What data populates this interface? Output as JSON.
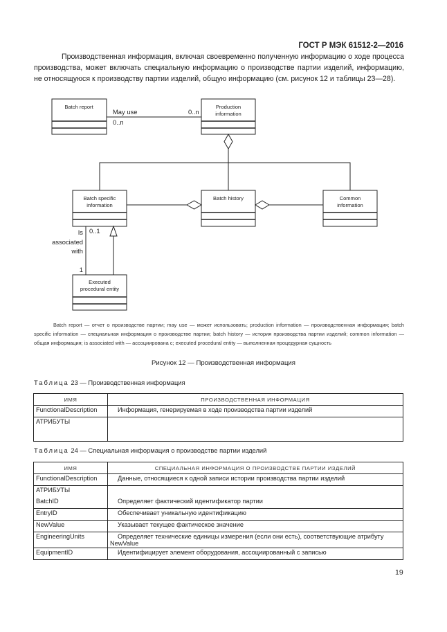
{
  "header": {
    "standard": "ГОСТ Р МЭК 61512-2—2016"
  },
  "intro": "Производственная информация, включая своевременно полученную информацию о ходе процесса производства, может включать специальную информацию о производстве партии изделий, информацию, не относящуюся к производству партии изделий, общую информацию (см. рисунок 12 и таблицы 23—28).",
  "diagram": {
    "classes": {
      "batch_report": [
        "Batch report"
      ],
      "production_information": [
        "Production",
        "information"
      ],
      "batch_specific": [
        "Batch specific",
        "information"
      ],
      "batch_history": [
        "Batch history"
      ],
      "common_information": [
        "Common",
        "information"
      ],
      "executed_entity": [
        "Executed",
        "procedural entity"
      ]
    },
    "labels": {
      "may_use": "May use",
      "mult_prod": "0..n",
      "mult_report": "0..n",
      "is": "Is",
      "associated": "associated",
      "with": "with",
      "mult_one": "1",
      "mult_zero_one": "0..1"
    }
  },
  "legend": "Batch report — отчет о производстве партии; may use — может использовать; production information — производственная информация; batch specific information — специальная информация о производстве партии; batch history — история производства партии изделий; common information — общая информация; is associated with — ассоциирована с; executed procedural entity — выполненная процедурная сущность",
  "figure_caption": "Рисунок 12 — Производственная информация",
  "table23": {
    "title_prefix": "Таблица",
    "title": "23 — Производственная информация",
    "headers": [
      "ИМЯ",
      "ПРОИЗВОДСТВЕННАЯ ИНФОРМАЦИЯ"
    ],
    "rows": [
      [
        "FunctionalDescription",
        "Информация, генерируемая в ходе производства партии изделий"
      ],
      [
        "АТРИБУТЫ",
        ""
      ]
    ]
  },
  "table24": {
    "title_prefix": "Таблица",
    "title": "24 — Специальная информация о производстве партии изделий",
    "headers": [
      "ИМЯ",
      "СПЕЦИАЛЬНАЯ ИНФОРМАЦИЯ О ПРОИЗВОДСТВЕ ПАРТИИ ИЗДЕЛИЙ"
    ],
    "rows": [
      [
        "FunctionalDescription",
        "Данные, относящиеся к одной записи истории производства партии изделий"
      ],
      [
        "АТРИБУТЫ",
        ""
      ],
      [
        "BatchID",
        "Определяет фактический идентификатор партии"
      ],
      [
        "EntryID",
        "Обеспечивает уникальную идентификацию"
      ],
      [
        "NewValue",
        "Указывает текущее фактическое значение"
      ],
      [
        "EngineeringUnits",
        "Определяет технические единицы измерения (если они есть), соответствующие атрибуту NewValue"
      ],
      [
        "EquipmentID",
        "Идентифицирует элемент оборудования, ассоциированный с записью"
      ]
    ]
  },
  "page_number": "19"
}
